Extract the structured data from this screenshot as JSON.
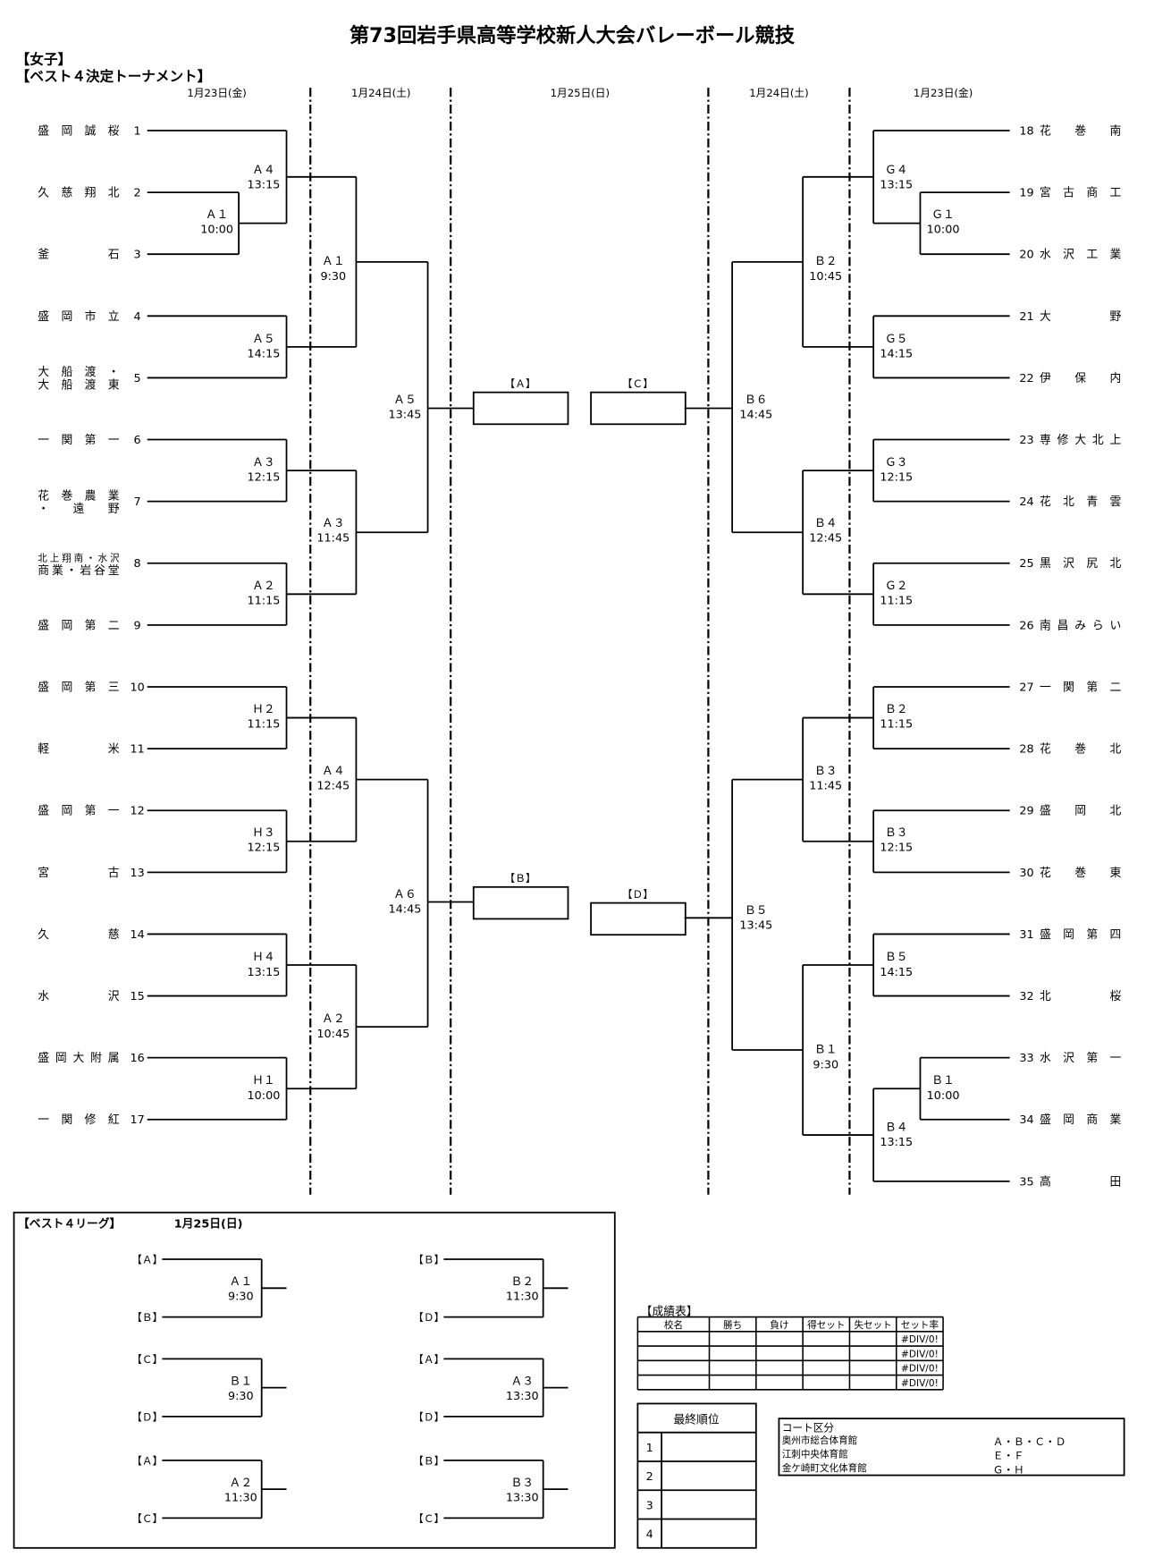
{
  "title": "第73回岩手県高等学校新人大会バレーボール競技",
  "section": "【女子】",
  "subsection": "【ベスト４決定トーナメント】",
  "dates": [
    "1月23日(金)",
    "1月24日(土)",
    "1月25日(日)",
    "1月24日(土)",
    "1月23日(金)"
  ],
  "teams_left": [
    {
      "num": "1",
      "lines": [
        "盛岡誠桜"
      ]
    },
    {
      "num": "2",
      "lines": [
        "久慈翔北"
      ]
    },
    {
      "num": "3",
      "lines": [
        "釜石"
      ]
    },
    {
      "num": "4",
      "lines": [
        "盛岡市立"
      ]
    },
    {
      "num": "5",
      "lines": [
        "大船渡・",
        "大船渡東"
      ]
    },
    {
      "num": "6",
      "lines": [
        "一関第一"
      ]
    },
    {
      "num": "7",
      "lines": [
        "花巻農業",
        "・遠野"
      ]
    },
    {
      "num": "8",
      "lines": [
        "北上翔南・水沢",
        "商業・岩谷堂"
      ]
    },
    {
      "num": "9",
      "lines": [
        "盛岡第二"
      ]
    },
    {
      "num": "10",
      "lines": [
        "盛岡第三"
      ]
    },
    {
      "num": "11",
      "lines": [
        "軽米"
      ]
    },
    {
      "num": "12",
      "lines": [
        "盛岡第一"
      ]
    },
    {
      "num": "13",
      "lines": [
        "宮古"
      ]
    },
    {
      "num": "14",
      "lines": [
        "久慈"
      ]
    },
    {
      "num": "15",
      "lines": [
        "水沢"
      ]
    },
    {
      "num": "16",
      "lines": [
        "盛岡大附属"
      ]
    },
    {
      "num": "17",
      "lines": [
        "一関修紅"
      ]
    }
  ],
  "teams_right": [
    {
      "num": "18",
      "lines": [
        "花巻南"
      ]
    },
    {
      "num": "19",
      "lines": [
        "宮古商工"
      ]
    },
    {
      "num": "20",
      "lines": [
        "水沢工業"
      ]
    },
    {
      "num": "21",
      "lines": [
        "大野"
      ]
    },
    {
      "num": "22",
      "lines": [
        "伊保内"
      ]
    },
    {
      "num": "23",
      "lines": [
        "専修大北上"
      ]
    },
    {
      "num": "24",
      "lines": [
        "花北青雲"
      ]
    },
    {
      "num": "25",
      "lines": [
        "黒沢尻北"
      ]
    },
    {
      "num": "26",
      "lines": [
        "南昌みらい"
      ]
    },
    {
      "num": "27",
      "lines": [
        "一関第二"
      ]
    },
    {
      "num": "28",
      "lines": [
        "花巻北"
      ]
    },
    {
      "num": "29",
      "lines": [
        "盛岡北"
      ]
    },
    {
      "num": "30",
      "lines": [
        "花巻東"
      ]
    },
    {
      "num": "31",
      "lines": [
        "盛岡第四"
      ]
    },
    {
      "num": "32",
      "lines": [
        "北桜"
      ]
    },
    {
      "num": "33",
      "lines": [
        "水沢第一"
      ]
    },
    {
      "num": "34",
      "lines": [
        "盛岡商業"
      ]
    },
    {
      "num": "35",
      "lines": [
        "高田"
      ]
    }
  ],
  "matches_left": [
    {
      "code": "Ａ４",
      "time": "13:15"
    },
    {
      "code": "Ａ１",
      "time": "10:00"
    },
    {
      "code": "Ａ５",
      "time": "14:15"
    },
    {
      "code": "Ａ３",
      "time": "12:15"
    },
    {
      "code": "Ａ２",
      "time": "11:15"
    },
    {
      "code": "Ｈ２",
      "time": "11:15"
    },
    {
      "code": "Ｈ３",
      "time": "12:15"
    },
    {
      "code": "Ｈ４",
      "time": "13:15"
    },
    {
      "code": "Ｈ１",
      "time": "10:00"
    },
    {
      "code": "Ａ１",
      "time": "9:30"
    },
    {
      "code": "Ａ３",
      "time": "11:45"
    },
    {
      "code": "Ａ４",
      "time": "12:45"
    },
    {
      "code": "Ａ２",
      "time": "10:45"
    },
    {
      "code": "Ａ５",
      "time": "13:45"
    },
    {
      "code": "Ａ６",
      "time": "14:45"
    }
  ],
  "matches_right": [
    {
      "code": "Ｇ４",
      "time": "13:15"
    },
    {
      "code": "Ｇ１",
      "time": "10:00"
    },
    {
      "code": "Ｇ５",
      "time": "14:15"
    },
    {
      "code": "Ｇ３",
      "time": "12:15"
    },
    {
      "code": "Ｇ２",
      "time": "11:15"
    },
    {
      "code": "Ｂ２",
      "time": "11:15"
    },
    {
      "code": "Ｂ３",
      "time": "12:15"
    },
    {
      "code": "Ｂ５",
      "time": "14:15"
    },
    {
      "code": "Ｂ１",
      "time": "10:00"
    },
    {
      "code": "Ｂ４",
      "time": "13:15"
    },
    {
      "code": "Ｂ２",
      "time": "10:45"
    },
    {
      "code": "Ｂ４",
      "time": "12:45"
    },
    {
      "code": "Ｂ３",
      "time": "11:45"
    },
    {
      "code": "Ｂ１",
      "time": "9:30"
    },
    {
      "code": "Ｂ６",
      "time": "14:45"
    },
    {
      "code": "Ｂ５",
      "time": "13:45"
    }
  ],
  "final_slots": [
    "【Ａ】",
    "【Ｂ】",
    "【Ｃ】",
    "【Ｄ】"
  ],
  "league": {
    "title": "【ベスト４リーグ】",
    "date": "1月25日(日)",
    "matches": [
      {
        "top": "【Ａ】",
        "bottom": "【Ｂ】",
        "code": "Ａ１",
        "time": "9:30"
      },
      {
        "top": "【Ｃ】",
        "bottom": "【Ｄ】",
        "code": "Ｂ１",
        "time": "9:30"
      },
      {
        "top": "【Ａ】",
        "bottom": "【Ｃ】",
        "code": "Ａ２",
        "time": "11:30"
      },
      {
        "top": "【Ｂ】",
        "bottom": "【Ｄ】",
        "code": "Ｂ２",
        "time": "11:30"
      },
      {
        "top": "【Ａ】",
        "bottom": "【Ｄ】",
        "code": "Ａ３",
        "time": "13:30"
      },
      {
        "top": "【Ｂ】",
        "bottom": "【Ｃ】",
        "code": "Ｂ３",
        "time": "13:30"
      }
    ]
  },
  "results_table": {
    "title": "【成績表】",
    "headers": [
      "校名",
      "勝ち",
      "負け",
      "得セット",
      "失セット",
      "セット率"
    ],
    "rows": [
      [
        "",
        "",
        "",
        "",
        "",
        "#DIV/0!"
      ],
      [
        "",
        "",
        "",
        "",
        "",
        "#DIV/0!"
      ],
      [
        "",
        "",
        "",
        "",
        "",
        "#DIV/0!"
      ],
      [
        "",
        "",
        "",
        "",
        "",
        "#DIV/0!"
      ]
    ]
  },
  "final_ranking": {
    "title": "最終順位",
    "ranks": [
      "1",
      "2",
      "3",
      "4"
    ]
  },
  "courts": {
    "title": "コート区分",
    "rows": [
      {
        "venue": "奥州市総合体育館",
        "courts": "Ａ・Ｂ・Ｃ・Ｄ"
      },
      {
        "venue": "江刺中央体育館",
        "courts": "Ｅ・Ｆ"
      },
      {
        "venue": "金ケ崎町文化体育館",
        "courts": "Ｇ・Ｈ"
      }
    ]
  }
}
